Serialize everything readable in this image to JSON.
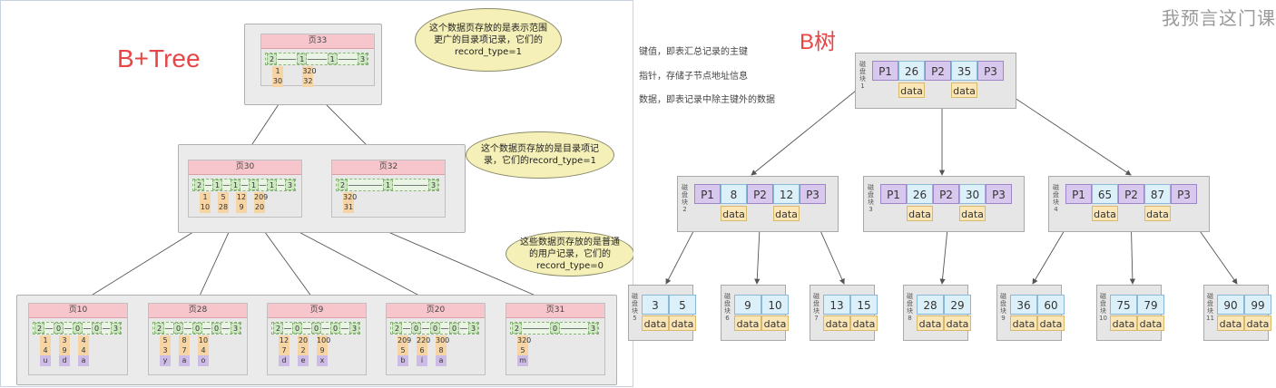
{
  "bplus": {
    "title": "B+Tree",
    "bubbles": [
      "这个数据页存放的是表示范围更广的目录项记录，它们的record_type=1",
      "这个数据页存放的是目录项记录，它们的record_type=1",
      "这些数据页存放的是普通的用户记录，它们的record_type=0"
    ],
    "root": {
      "name": "页33",
      "headers": [
        "2",
        "1",
        "1",
        "3"
      ],
      "keys": [
        "1",
        "320"
      ],
      "ptrs": [
        "30",
        "32"
      ]
    },
    "level1": [
      {
        "name": "页30",
        "headers": [
          "2",
          "1",
          "1",
          "1",
          "1",
          "3"
        ],
        "keys": [
          "1",
          "5",
          "12",
          "209"
        ],
        "ptrs": [
          "10",
          "28",
          "9",
          "20"
        ]
      },
      {
        "name": "页32",
        "headers": [
          "2",
          "1",
          "3"
        ],
        "keys": [
          "320"
        ],
        "ptrs": [
          "31"
        ]
      }
    ],
    "leaves": [
      {
        "name": "页10",
        "headers": [
          "2",
          "0",
          "0",
          "0",
          "3"
        ],
        "keys": [
          "1",
          "3",
          "4"
        ],
        "c2": [
          "4",
          "9",
          "4"
        ],
        "c3": [
          "u",
          "d",
          "a"
        ]
      },
      {
        "name": "页28",
        "headers": [
          "2",
          "0",
          "0",
          "0",
          "3"
        ],
        "keys": [
          "5",
          "8",
          "10"
        ],
        "c2": [
          "3",
          "7",
          "4"
        ],
        "c3": [
          "y",
          "a",
          "o"
        ]
      },
      {
        "name": "页9",
        "headers": [
          "2",
          "0",
          "0",
          "0",
          "3"
        ],
        "keys": [
          "12",
          "20",
          "100"
        ],
        "c2": [
          "7",
          "2",
          "9"
        ],
        "c3": [
          "d",
          "e",
          "x"
        ]
      },
      {
        "name": "页20",
        "headers": [
          "2",
          "0",
          "0",
          "0",
          "3"
        ],
        "keys": [
          "209",
          "220",
          "300"
        ],
        "c2": [
          "5",
          "6",
          "8"
        ],
        "c3": [
          "b",
          "i",
          "a"
        ]
      },
      {
        "name": "页31",
        "headers": [
          "2",
          "0",
          "3"
        ],
        "keys": [
          "320"
        ],
        "c2": [
          "5"
        ],
        "c3": [
          "m"
        ]
      }
    ]
  },
  "btree": {
    "title": "B树",
    "legend": [
      "键值，即表汇总记录的主键",
      "指针，存储子节点地址信息",
      "数据，即表记录中除主键外的数据"
    ],
    "watermark": "我预言这门课",
    "nodes": [
      {
        "label": "磁盘块1",
        "p": [
          "P1",
          "P2",
          "P3"
        ],
        "k": [
          "26",
          "35"
        ],
        "d": "data"
      },
      {
        "label": "磁盘块2",
        "p": [
          "P1",
          "P2",
          "P3"
        ],
        "k": [
          "8",
          "12"
        ],
        "d": "data"
      },
      {
        "label": "磁盘块3",
        "p": [
          "P1",
          "P2",
          "P3"
        ],
        "k": [
          "26",
          "30"
        ],
        "d": "data"
      },
      {
        "label": "磁盘块4",
        "p": [
          "P1",
          "P2",
          "P3"
        ],
        "k": [
          "65",
          "87"
        ],
        "d": "data"
      }
    ],
    "leaves": [
      {
        "label": "磁盘块5",
        "k": [
          "3",
          "5"
        ]
      },
      {
        "label": "磁盘块6",
        "k": [
          "9",
          "10"
        ]
      },
      {
        "label": "磁盘块7",
        "k": [
          "13",
          "15"
        ]
      },
      {
        "label": "磁盘块8",
        "k": [
          "28",
          "29"
        ]
      },
      {
        "label": "磁盘块9",
        "k": [
          "36",
          "60"
        ]
      },
      {
        "label": "磁盘块10",
        "k": [
          "75",
          "79"
        ]
      },
      {
        "label": "磁盘块11",
        "k": [
          "90",
          "99"
        ]
      }
    ]
  }
}
